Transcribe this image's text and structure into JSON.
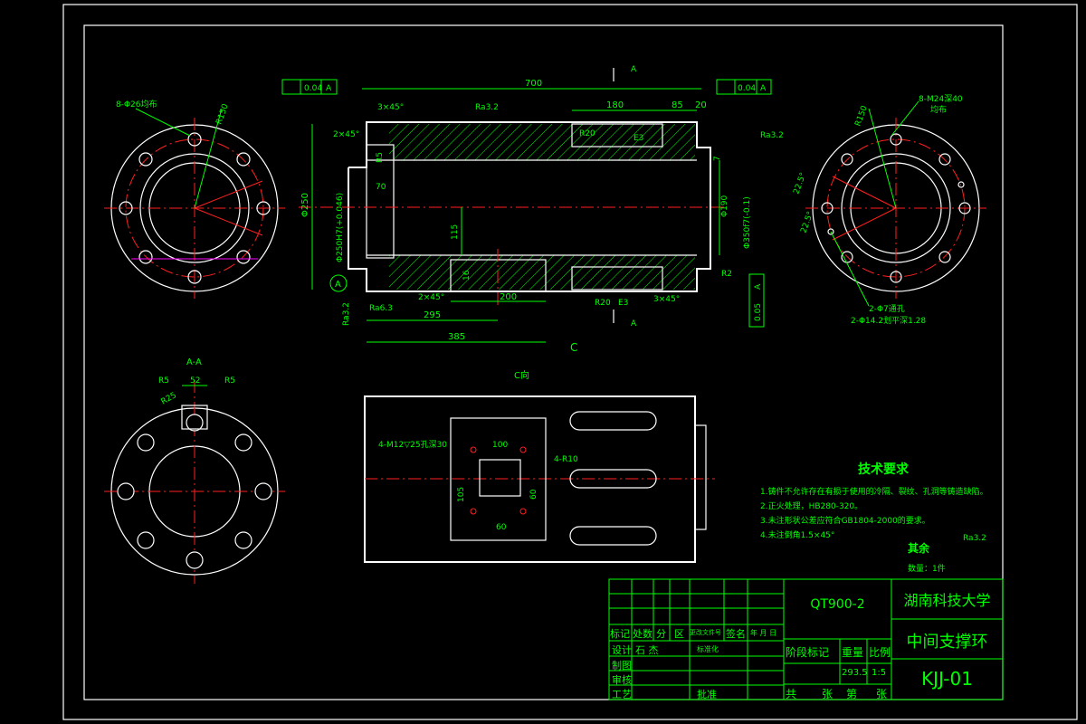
{
  "views": {
    "left_flange": {
      "holes_note": "8-Φ26均布",
      "radius": "R150"
    },
    "right_flange": {
      "holes_note": "8-M24深40",
      "holes_note2": "均布",
      "radius": "R150",
      "angle1": "22.5°",
      "angle2": "22.5°",
      "pin_note": "2-Φ7通孔",
      "pin_note2": "2-Φ14.2划平深1.28"
    },
    "main": {
      "total_len": "700",
      "dim_180": "180",
      "dim_85": "85",
      "dim_20": "20",
      "chamfer_tl": "3×45°",
      "chamfer_l": "2×45°",
      "ra_top": "Ra3.2",
      "ra_right": "Ra3.2",
      "tol_left_val": "0.04",
      "tol_left_ref": "A",
      "tol_right_val": "0.04",
      "tol_right_ref": "A",
      "section_top": "A",
      "section_bottom": "A",
      "dim_70": "70",
      "dim_r5": "R5",
      "dim_dia250": "Φ250",
      "dia_left": "Φ250H7(+0.046)",
      "dim_115": "115",
      "dim_16": "16",
      "dim_200": "200",
      "dim_295": "295",
      "dim_385": "385",
      "ra_63": "Ra6.3",
      "chamfer_b": "2×45°",
      "r20": "R20",
      "e3": "E3",
      "chamfer_br": "3×45°",
      "r2": "R2",
      "ra_b": "Ra3.2",
      "dim_190": "Φ190",
      "dia_right": "Φ350f7(-0.1)",
      "r20_top": "R20",
      "e3_top": "E3",
      "datum": "A",
      "view_c": "C",
      "tol_box1": "0.05",
      "tol_box2": "A",
      "dim_7": "7"
    },
    "section_aa": {
      "title": "A-A",
      "r5l": "R5",
      "w52": "52",
      "r5r": "R5",
      "r25": "R25"
    },
    "view_c": {
      "title": "C向",
      "hole_note": "4-M12▽25孔深30",
      "w100": "100",
      "r10": "4-R10",
      "h105": "105",
      "h60": "60",
      "w60": "60"
    }
  },
  "tech": {
    "title": "技术要求",
    "items": [
      "1.铸件不允许存在有损于使用的冷隔、裂纹、孔洞等铸造缺陷。",
      "2.正火处理，HB280-320。",
      "3.未注形状公差应符合GB1804-2000的要求。",
      "4.未注倒角1.5×45°"
    ],
    "rest": "其余",
    "rest_ra": "Ra3.2",
    "qty": "数量：1件"
  },
  "title_block": {
    "material": "QT900-2",
    "school": "湖南科技大学",
    "part_name": "中间支撑环",
    "drawing_no": "KJJ-01",
    "weight": "293.5",
    "scale": "1:5",
    "h_biaoji": "标记",
    "h_chushu": "处数",
    "h_fen": "分",
    "h_qu": "区",
    "h_gaiwen": "更改文件号",
    "h_qianming": "签名",
    "h_date": "年 月 日",
    "r_sheji": "设计",
    "designer": "石 杰",
    "r_biaozhun": "标准化",
    "r_zhitu": "制图",
    "r_shenhe": "审核",
    "r_gongyi": "工艺",
    "r_pizhun": "批准",
    "h_jieduan": "阶段标记",
    "h_zhongliang": "重量",
    "h_bili": "比例",
    "f_gong": "共",
    "f_zhang1": "张",
    "f_di": "第",
    "f_zhang2": "张"
  }
}
